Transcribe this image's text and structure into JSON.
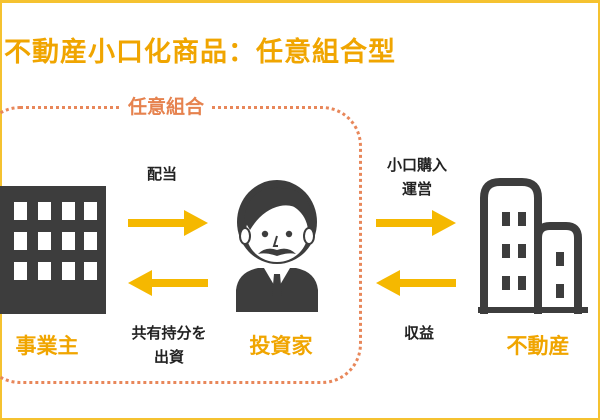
{
  "title": "不動産小口化商品：任意組合型",
  "group_label": "任意組合",
  "nodes": {
    "operator": "事業主",
    "investor": "投資家",
    "real_estate": "不動産"
  },
  "edges": {
    "dividend": "配当",
    "contribution_line1": "共有持分を",
    "contribution_line2": "出資",
    "purchase_line1": "小口購入",
    "purchase_line2": "運営",
    "revenue": "収益"
  },
  "colors": {
    "title": "#f0a500",
    "accent_arrow": "#f5b800",
    "group_border": "#e8875a",
    "icon": "#3d3d3d"
  },
  "icons": [
    "office-building-icon",
    "investor-person-icon",
    "real-estate-buildings-icon"
  ]
}
